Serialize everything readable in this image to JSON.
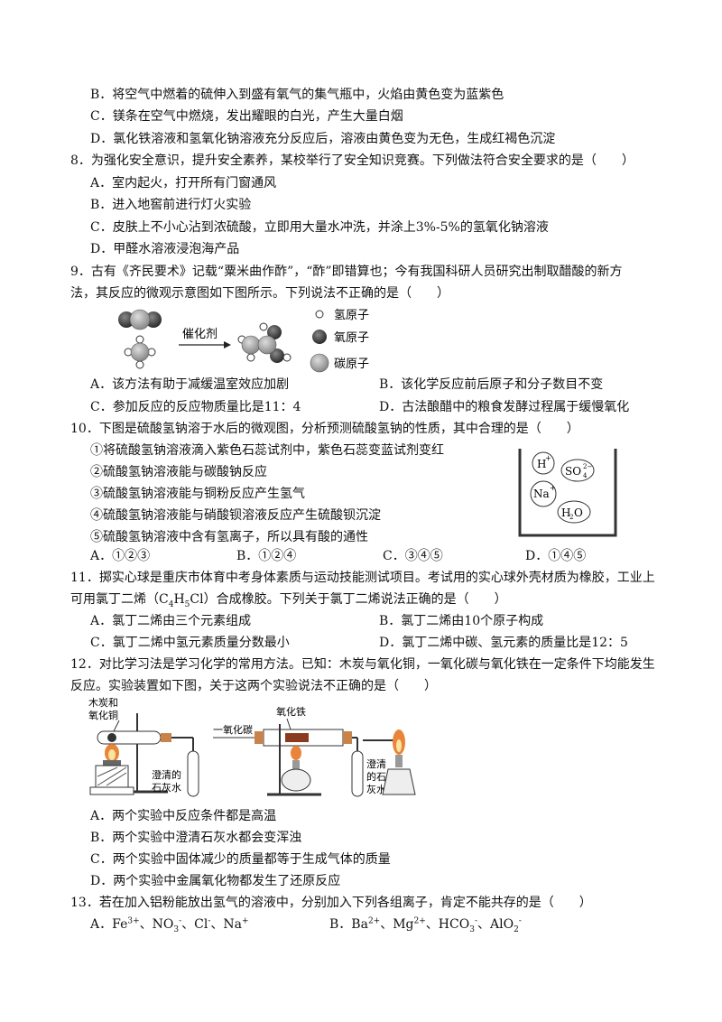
{
  "q7": {
    "optB": "B．将空气中燃着的硫伸入到盛有氧气的集气瓶中，火焰由黄色变为蓝紫色",
    "optC": "C．镁条在空气中燃烧，发出耀眼的白光，产生大量白烟",
    "optD": "D．氯化铁溶液和氢氧化钠溶液充分反应后，溶液由黄色变为无色，生成红褐色沉淀"
  },
  "q8": {
    "stem": "8．为强化安全意识，提升安全素养，某校举行了安全知识竞赛。下列做法符合安全要求的是（　　）",
    "optA": "A．室内起火，打开所有门窗通风",
    "optB": "B．进入地窖前进行灯火实验",
    "optC": "C．皮肤上不小心沾到浓硫酸，立即用大量水冲洗，并涂上3%-5%的氢氧化钠溶液",
    "optD": "D．甲醛水溶液浸泡海产品"
  },
  "q9": {
    "stem1": "9．古有《齐民要术》记载“粟米曲作酢”，“酢”即错算也；今有我国科研人员研究出制取醋酸的新方",
    "stem2": "法，其反应的微观示意图如下图所示。下列说法不正确的是（　　）",
    "catalyst": "催化剂",
    "legend_h": "氢原子",
    "legend_o": "氧原子",
    "legend_c": "碳原子",
    "optA": "A．该方法有助于减缓温室效应加剧",
    "optB": "B．该化学反应前后原子和分子数目不变",
    "optC": "C．参加反应的反应物质量比是11：4",
    "optD": "D．古法酿醋中的粮食发酵过程属于缓慢氧化"
  },
  "q10": {
    "stem": "10．下图是硫酸氢钠溶于水后的微观图，分析预测硫酸氢钠的性质，其中合理的是（　　）",
    "s1": "①将硫酸氢钠溶液滴入紫色石蕊试剂中，紫色石蕊变蓝试剂变红",
    "s2": "②硫酸氢钠溶液能与碳酸钠反应",
    "s3": "③硫酸氢钠溶液能与铜粉反应产生氢气",
    "s4": "④硫酸氢钠溶液能与硝酸钡溶液反应产生硫酸钡沉淀",
    "s5": "⑤硫酸氢钠溶液中含有氢离子，所以具有酸的通性",
    "optA": "A．①②③",
    "optB": "B．①②④",
    "optC": "C．③④⑤",
    "optD": "D．①④⑤",
    "ion_h": "H",
    "ion_so4": "SO",
    "ion_na": "Na",
    "ion_h2o": "H2O"
  },
  "q11": {
    "stem1": "11．掷实心球是重庆市体育中考身体素质与运动技能测试项目。考试用的实心球外壳材质为橡胶，工业上",
    "stem2a": "可用氯丁二烯（C",
    "stem2b": "H",
    "stem2c": "Cl）合成橡胶。下列关于氯丁二烯说法正确的是（　　）",
    "sub4": "4",
    "sub5": "5",
    "optA": "A．氯丁二烯由三个元素组成",
    "optB": "B．氯丁二烯由10个原子构成",
    "optC": "C．氯丁二烯中氢元素质量分数最小",
    "optD": "D．氯丁二烯中碳、氢元素的质量比是12：5"
  },
  "q12": {
    "stem1": "12．对比学习法是学习化学的常用方法。已知：木炭与氧化铜，一氧化碳与氧化铁在一定条件下均能发生",
    "stem2": "反应。实验装置如下图，关于这两个实验说法不正确的是（　　）",
    "label_cc1": "木炭和",
    "label_cc2": "氧化铜",
    "label_lw1": "澄清的",
    "label_lw2": "石灰水",
    "label_co": "一氧化碳",
    "label_fe": "氧化铁",
    "label_lw3": "澄清",
    "label_lw4": "的石",
    "label_lw5": "灰水",
    "optA": "A．两个实验中反应条件都是高温",
    "optB": "B．两个实验中澄清石灰水都会变浑浊",
    "optC": "C．两个实验中固体减少的质量都等于生成气体的质量",
    "optD": "D．两个实验中金属氧化物都发生了还原反应"
  },
  "q13": {
    "stem": "13．若在加入铝粉能放出氢气的溶液中，分别加入下列各组离子，肯定不能共存的是（　　）",
    "optA_prefix": "A．",
    "optB_prefix": "B．"
  }
}
